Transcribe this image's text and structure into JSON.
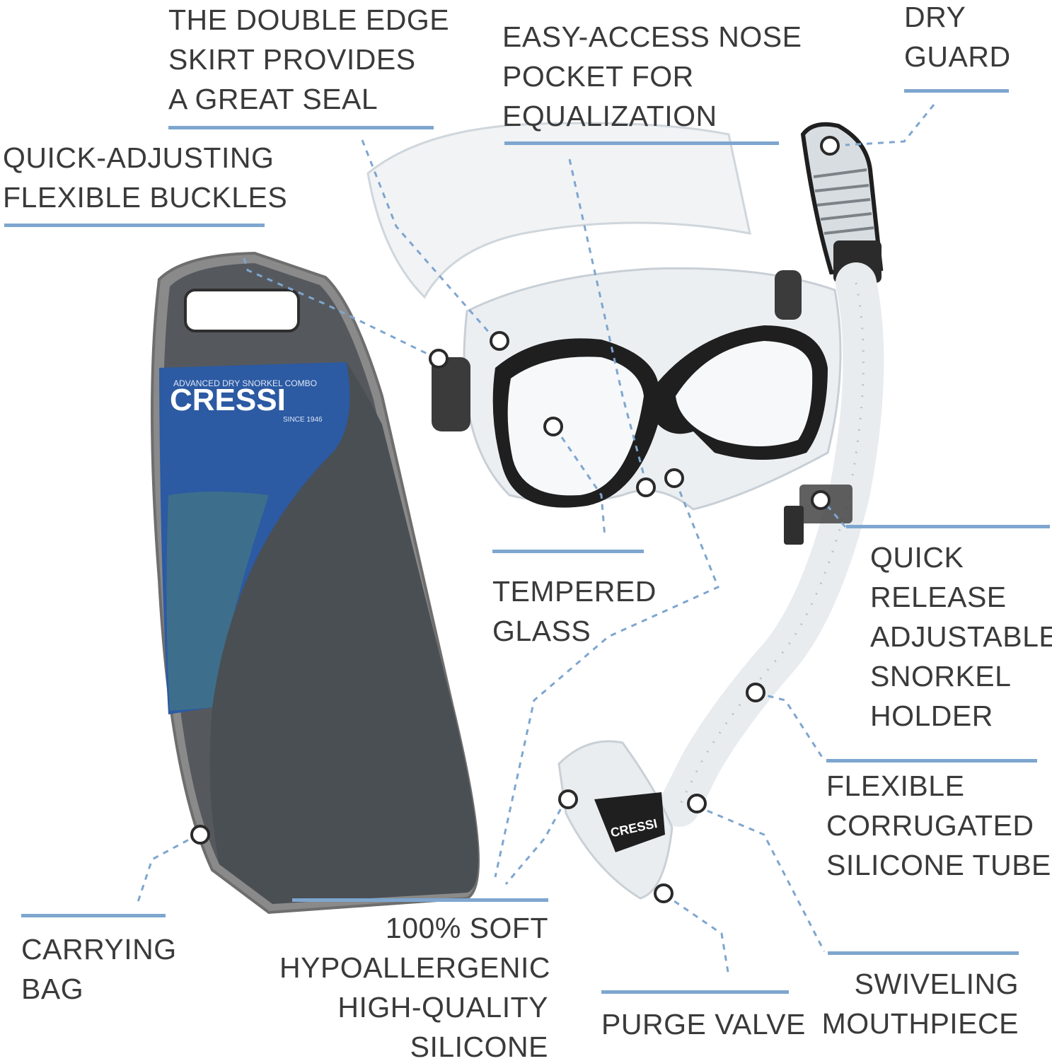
{
  "colors": {
    "accent_line": "#7ea6cf",
    "text": "#3a3a3a",
    "bag_fabric": "#565b60",
    "bag_trim": "#8a8a8a"
  },
  "labels": {
    "double_edge_skirt": "THE DOUBLE EDGE\nSKIRT PROVIDES\nA GREAT SEAL",
    "nose_pocket": "EASY-ACCESS NOSE\nPOCKET FOR\nEQUALIZATION",
    "dry_guard": "DRY\nGUARD",
    "buckles": "QUICK-ADJUSTING\nFLEXIBLE BUCKLES",
    "tempered_glass": "TEMPERED\nGLASS",
    "snorkel_holder": "QUICK\nRELEASE\nADJUSTABLE\nSNORKEL\nHOLDER",
    "corrugated_tube": "FLEXIBLE\nCORRUGATED\nSILICONE TUBE",
    "carrying_bag": "CARRYING\nBAG",
    "silicone": "100% SOFT\nHYPOALLERGENIC\nHIGH-QUALITY\nSILICONE",
    "purge_valve": "PURGE VALVE",
    "mouthpiece": "SWIVELING\nMOUTHPIECE"
  },
  "packaging": {
    "brand": "CRESSI",
    "tagline": "ADVANCED DRY SNORKEL COMBO",
    "since": "SINCE 1946"
  },
  "mouthpiece_logo": "CRESSI"
}
